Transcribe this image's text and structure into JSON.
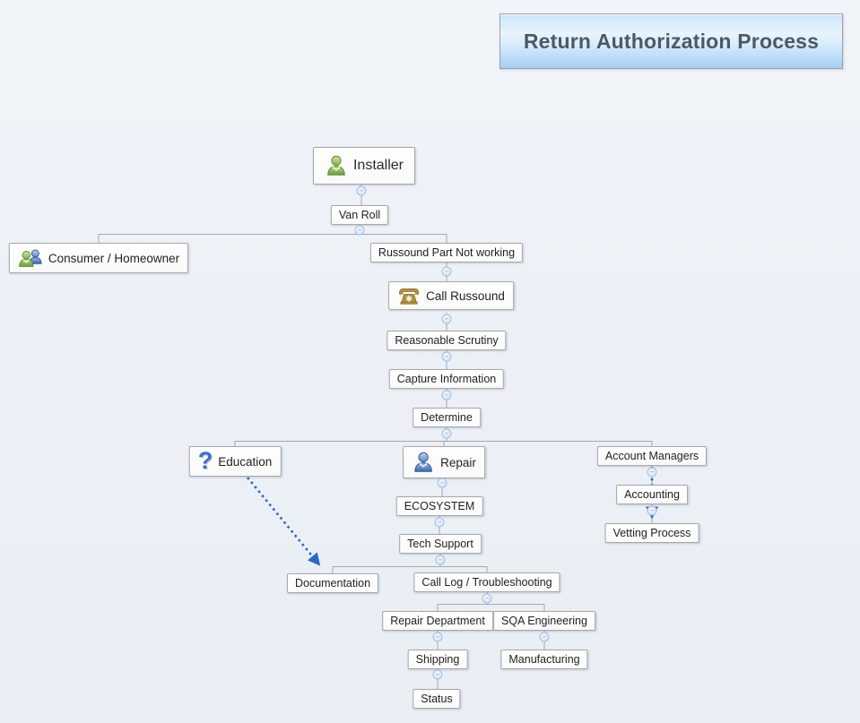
{
  "title": "Return Authorization Process",
  "connector": {
    "toggle_glyph": "−"
  },
  "icons": {
    "question_mark": "?"
  },
  "colors": {
    "relationship_arrow_blue": "#2b66c9",
    "connector_gray": "#a5a8ae",
    "title_text": "#4c5964",
    "title_fill_top": "#cde6fb",
    "title_fill_bottom": "#a5cff4",
    "node_border": "#a7a7a9",
    "background": "#edf1f7"
  },
  "nodes": {
    "installer": {
      "label": "Installer",
      "icon": "green-person"
    },
    "van_roll": {
      "label": "Van Roll"
    },
    "consumer_homeowner": {
      "label": "Consumer / Homeowner",
      "icon": "two-people"
    },
    "russound_part_not_working": {
      "label": "Russound Part Not working"
    },
    "call_russound": {
      "label": "Call Russound",
      "icon": "telephone"
    },
    "reasonable_scrutiny": {
      "label": "Reasonable Scrutiny"
    },
    "capture_information": {
      "label": "Capture Information"
    },
    "determine": {
      "label": "Determine"
    },
    "education": {
      "label": "Education",
      "icon": "question-mark"
    },
    "repair": {
      "label": "Repair",
      "icon": "blue-person"
    },
    "account_managers": {
      "label": "Account Managers"
    },
    "accounting": {
      "label": "Accounting"
    },
    "vetting_process": {
      "label": "Vetting Process"
    },
    "ecosystem": {
      "label": "ECOSYSTEM"
    },
    "tech_support": {
      "label": "Tech Support"
    },
    "documentation": {
      "label": "Documentation"
    },
    "call_log_troubleshooting": {
      "label": "Call Log / Troubleshooting"
    },
    "repair_department": {
      "label": "Repair Department"
    },
    "sqa_engineering": {
      "label": "SQA Engineering"
    },
    "shipping": {
      "label": "Shipping"
    },
    "manufacturing": {
      "label": "Manufacturing"
    },
    "status": {
      "label": "Status"
    }
  }
}
